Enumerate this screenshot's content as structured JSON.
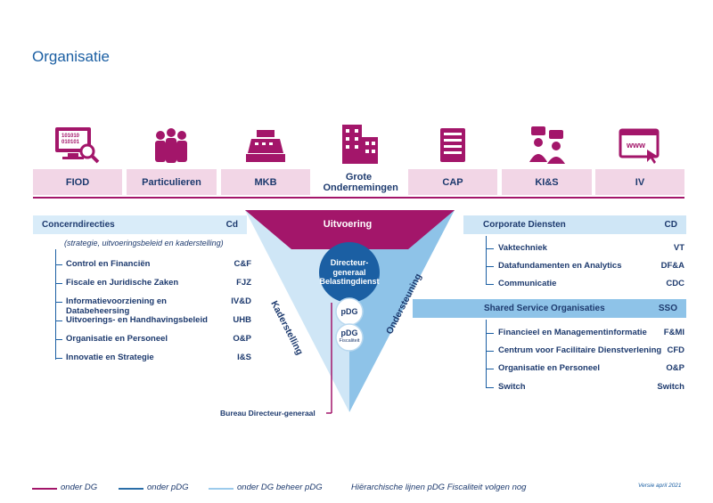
{
  "page": {
    "title": "Organisatie"
  },
  "segments": [
    {
      "label": "FIOD",
      "icon": "computer-binary-magnifier-icon"
    },
    {
      "label": "Particulieren",
      "icon": "people-group-icon"
    },
    {
      "label": "MKB",
      "icon": "cash-register-icon"
    },
    {
      "label": "Grote Ondernemingen",
      "icon": "office-buildings-icon"
    },
    {
      "label": "CAP",
      "icon": "server-rack-icon"
    },
    {
      "label": "KI&S",
      "icon": "people-chat-icon"
    },
    {
      "label": "IV",
      "icon": "www-browser-icon"
    }
  ],
  "center": {
    "uitvoering": "Uitvoering",
    "kaderstelling": "Kaderstelling",
    "ondersteuning": "Ondersteuning",
    "dg_lines": [
      "Directeur-",
      "generaal",
      "Belastingdienst"
    ],
    "pdg": "pDG",
    "pdg_fisc": "pDG",
    "pdg_fisc_sub": "Fiscaliteit",
    "bureau": "Bureau Directeur-generaal"
  },
  "left": {
    "header": "Concerndirecties",
    "header_abbr": "Cd",
    "subtitle": "(strategie, uitvoeringsbeleid en kaderstelling)",
    "items": [
      {
        "label": "Control en Financiën",
        "abbr": "C&F"
      },
      {
        "label": "Fiscale en Juridische Zaken",
        "abbr": "FJZ"
      },
      {
        "label": "Informatievoorziening en Databeheersing",
        "abbr": "IV&D"
      },
      {
        "label": "Uitvoerings- en Handhavingsbeleid",
        "abbr": "UHB"
      },
      {
        "label": "Organisatie en Personeel",
        "abbr": "O&P"
      },
      {
        "label": "Innovatie en Strategie",
        "abbr": "I&S"
      }
    ]
  },
  "right1": {
    "header": "Corporate Diensten",
    "header_abbr": "CD",
    "items": [
      {
        "label": "Vaktechniek",
        "abbr": "VT"
      },
      {
        "label": "Datafundamenten en Analytics",
        "abbr": "DF&A"
      },
      {
        "label": "Communicatie",
        "abbr": "CDC"
      }
    ]
  },
  "right2": {
    "header": "Shared Service Organisaties",
    "header_abbr": "SSO",
    "items": [
      {
        "label": "Financieel en Managementinformatie",
        "abbr": "F&MI"
      },
      {
        "label": "Centrum voor Facilitaire Dienstverlening",
        "abbr": "CFD"
      },
      {
        "label": "Organisatie en Personeel",
        "abbr": "O&P"
      },
      {
        "label": "Switch",
        "abbr": "Switch"
      }
    ]
  },
  "legend": {
    "items": [
      {
        "label": "onder DG",
        "color": "#a3166a"
      },
      {
        "label": "onder pDG",
        "color": "#2a6ea8"
      },
      {
        "label": "onder DG beheer pDG",
        "color": "#9ccbec"
      }
    ],
    "note": "Hiërarchische lijnen pDG Fiscaliteit volgen nog",
    "version": "Versie april 2021"
  },
  "colors": {
    "magenta": "#a3166a",
    "pink": "#f2d6e6",
    "navy": "#1d3a6e",
    "blue": "#2a6ea8",
    "light_blue": "#cfe6f6",
    "mid_blue": "#9ccbec"
  }
}
